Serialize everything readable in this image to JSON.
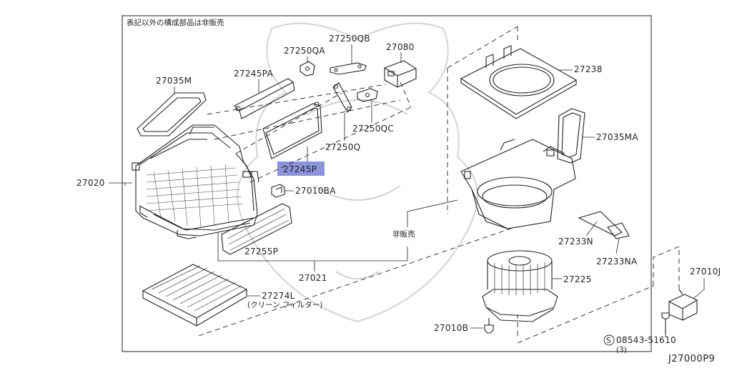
{
  "diagram": {
    "note": "表記以外の構成部品は非販売",
    "figure_code": "J27000P9",
    "not_sold_label": "非販売",
    "highlighted_part": "27245P",
    "parts": {
      "p27020": "27020",
      "p27035M": "27035M",
      "p27245PA": "27245PA",
      "p27250QA": "27250QA",
      "p27250QB": "27250QB",
      "p27080": "27080",
      "p27250QC": "27250QC",
      "p27250Q": "27250Q",
      "p27245P": "27245P",
      "p27010BA": "27010BA",
      "p27255P": "27255P",
      "p27021": "27021",
      "p27274L": "27274L",
      "p27274L_desc": "(クリーン フィルター)",
      "p27238": "27238",
      "p27035MA": "27035MA",
      "p27233N": "27233N",
      "p27233NA": "27233NA",
      "p27225": "27225",
      "p27010J": "27010J",
      "p27010B": "27010B",
      "p08543": "08543-51610",
      "p08543_qty": "(3)",
      "screw_symbol": "S"
    }
  }
}
